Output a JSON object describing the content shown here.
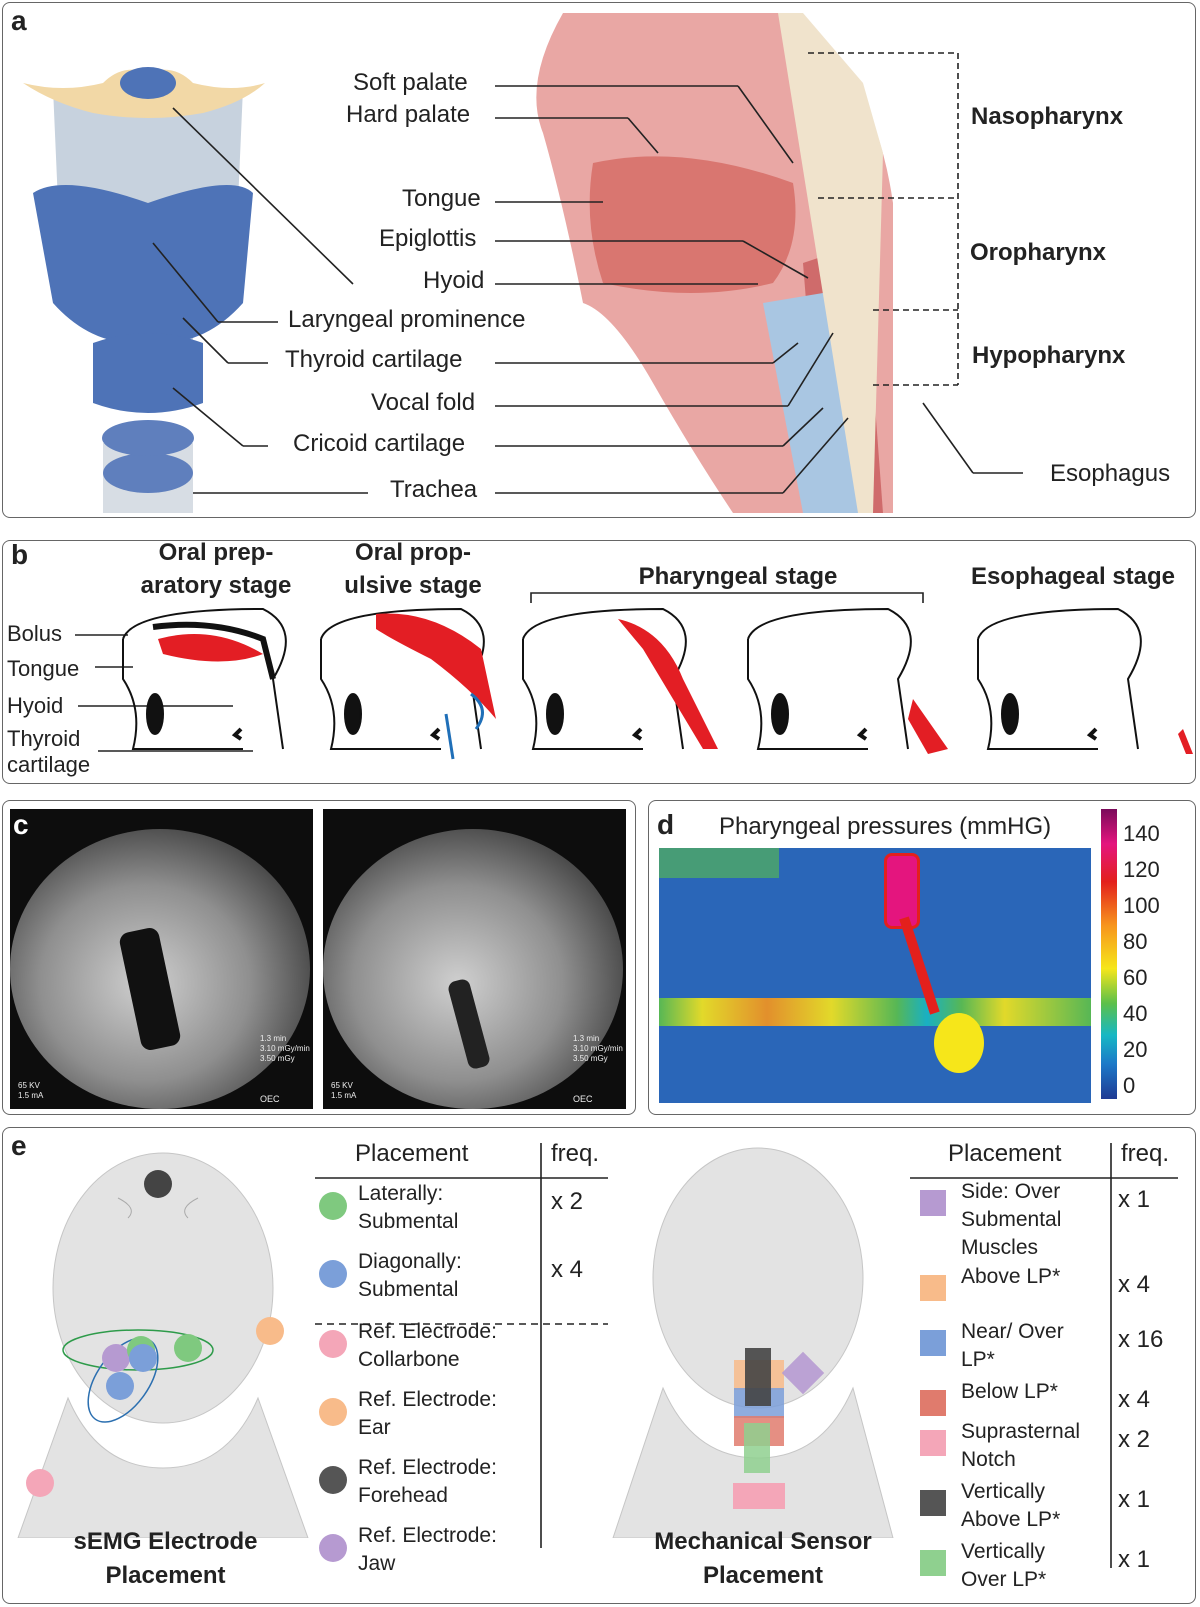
{
  "panel_a": {
    "letter": "a",
    "left_labels": {
      "soft_palate": "Soft palate",
      "hard_palate": "Hard palate",
      "tongue": "Tongue",
      "epiglottis": "Epiglottis",
      "hyoid": "Hyoid",
      "laryngeal_prominence": "Laryngeal prominence",
      "thyroid_cartilage": "Thyroid cartilage",
      "vocal_fold": "Vocal fold",
      "cricoid_cartilage": "Cricoid cartilage",
      "trachea": "Trachea"
    },
    "regions": {
      "nasopharynx": "Nasopharynx",
      "oropharynx": "Oropharynx",
      "hypopharynx": "Hypopharynx",
      "esophagus": "Esophagus"
    }
  },
  "panel_b": {
    "letter": "b",
    "stages": {
      "oral_prep": "Oral prep-\naratory stage",
      "oral_prop": "Oral prop-\nulsive stage",
      "pharyngeal": "Pharyngeal stage",
      "esophageal": "Esophageal stage"
    },
    "labels": {
      "bolus": "Bolus",
      "tongue": "Tongue",
      "hyoid": "Hyoid",
      "thyroid": "Thyroid\ncartilage"
    },
    "colors": {
      "bolus": "#e31e24",
      "arrow": "#1f6fb8"
    }
  },
  "panel_c": {
    "letter": "c",
    "frames": [
      {
        "readout": "1.3 min\n3.10 mGy/min\n3.50 mGy",
        "kv": "65 KV\n1.5 mA",
        "brand": "OEC"
      },
      {
        "readout": "1.3 min\n3.10 mGy/min\n3.50 mGy",
        "kv": "65 KV\n1.5 mA",
        "brand": "OEC"
      }
    ]
  },
  "panel_d": {
    "letter": "d",
    "title": "Pharyngeal pressures (mmHG)",
    "colorbar_ticks": [
      "140",
      "120",
      "100",
      "80",
      "60",
      "40",
      "20",
      "0"
    ],
    "colormap": [
      "#7a0a5a",
      "#e4157e",
      "#e3201c",
      "#f7941d",
      "#f6e61a",
      "#5cc04a",
      "#17b8c4",
      "#1c78c8",
      "#1f3a93"
    ]
  },
  "panel_e": {
    "letter": "e",
    "semg_caption": "sEMG Electrode\nPlacement",
    "mech_caption": "Mechanical Sensor\nPlacement",
    "col_placement": "Placement",
    "col_freq": "freq.",
    "semg_rows": [
      {
        "text": "Laterally:\nSubmental",
        "freq": "x 2",
        "color": "#7fc97f"
      },
      {
        "text": "Diagonally:\nSubmental",
        "freq": "x 4",
        "color": "#7b9fd9"
      },
      {
        "text": "Ref. Electrode:\nCollarbone",
        "freq": "",
        "color": "#f4a6b8"
      },
      {
        "text": "Ref. Electrode:\nEar",
        "freq": "",
        "color": "#f8bb8a"
      },
      {
        "text": "Ref. Electrode:\nForehead",
        "freq": "",
        "color": "#555555"
      },
      {
        "text": "Ref. Electrode:\nJaw",
        "freq": "",
        "color": "#b69ad1"
      }
    ],
    "mech_rows": [
      {
        "text": "Side: Over\nSubmental\nMuscles",
        "freq": "x 1",
        "color": "#b69ad1"
      },
      {
        "text": "Above LP*",
        "freq": "x 4",
        "color": "#f8bb8a"
      },
      {
        "text": "Near/ Over\nLP*",
        "freq": "x 16",
        "color": "#7b9fd9"
      },
      {
        "text": "Below LP*",
        "freq": "x 4",
        "color": "#e07b6d"
      },
      {
        "text": "Suprasternal\nNotch",
        "freq": "x 2",
        "color": "#f4a6b8"
      },
      {
        "text": "Vertically\nAbove LP*",
        "freq": "x 1",
        "color": "#555555"
      },
      {
        "text": "Vertically\nOver LP*",
        "freq": "x 1",
        "color": "#8fd08f"
      }
    ]
  }
}
